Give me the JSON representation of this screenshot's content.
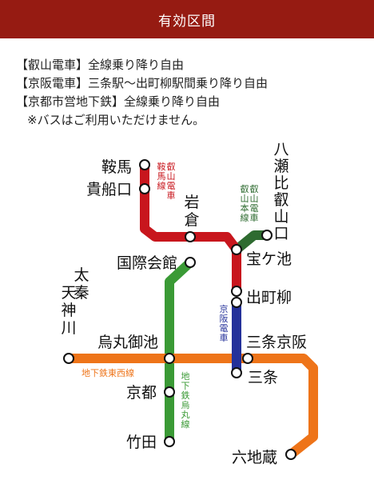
{
  "header": {
    "title": "有効区間"
  },
  "rules": [
    "【叡山電車】全線乗り降り自由",
    "【京阪電車】三条駅〜出町柳駅間乗り降り自由",
    "【京都市営地下鉄】全線乗り降り自由"
  ],
  "note": "※バスはご利用いただけません。",
  "colors": {
    "header": "#961b12",
    "eizan_kurama": "#c8161d",
    "eizan_main": "#2e6b30",
    "keihan": "#24319a",
    "tozai": "#ee7419",
    "karasuma": "#3a9a35"
  },
  "stations": {
    "kurama": "鞍馬",
    "kibuneguchi": "貴船口",
    "iwakura": "岩倉",
    "yase": "八瀬比叡山口",
    "kokusai": "国際会館",
    "takaragaike": "宝ケ池",
    "demachiyanagi": "出町柳",
    "uzumasa": "太秦天神川",
    "karasumaoike": "烏丸御池",
    "sanjokeihan": "三条京阪",
    "sanjo": "三条",
    "kyoto": "京都",
    "takeda": "竹田",
    "rokujizo": "六地蔵"
  },
  "lines": {
    "kurama_line": "叡山電車鞍馬線",
    "eizan_main": "叡山電車叡山本線",
    "keihan": "京阪電車",
    "tozai": "地下鉄東西線",
    "karasuma": "地下鉄烏丸線"
  }
}
